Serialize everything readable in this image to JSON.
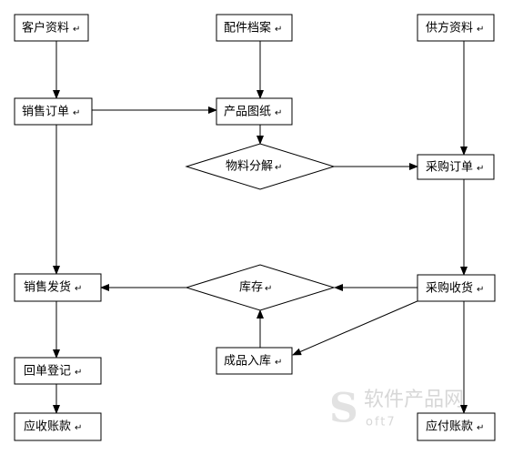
{
  "nodes": {
    "customer_info": "客户资料",
    "parts_archive": "配件档案",
    "supplier_info": "供方资料",
    "sales_order": "销售订单",
    "product_drawing": "产品图纸",
    "material_breakdown": "物料分解",
    "purchase_order": "采购订单",
    "sales_shipment": "销售发货",
    "inventory": "库存",
    "purchase_receipt": "采购收货",
    "finished_goods_in": "成品入库",
    "return_registration": "回单登记",
    "accounts_receivable": "应收账款",
    "accounts_payable": "应付账款"
  },
  "line_mark": "↵",
  "watermark": {
    "logo_letter": "S",
    "text": "软件产品网",
    "subtext": "oft7"
  }
}
